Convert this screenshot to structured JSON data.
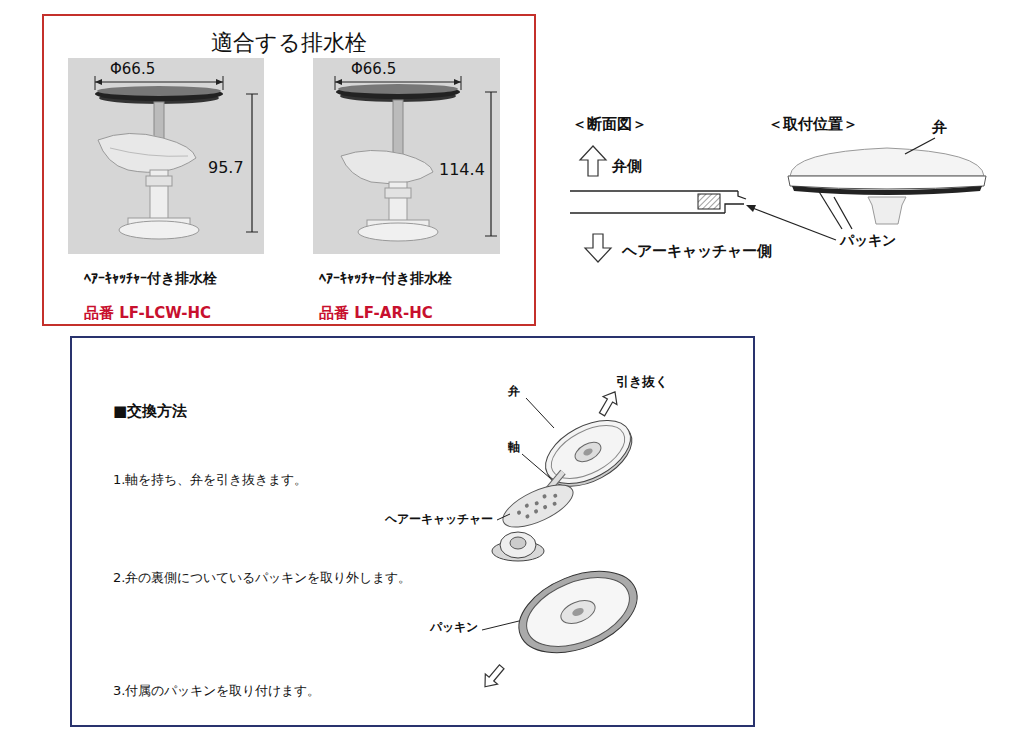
{
  "diagram": {
    "nodes": [
      {
        "text": [
          "適合する排水栓"
        ]
      },
      {
        "text": [
          "Φ66.5",
          "95.7",
          "ﾍｱｰｷｬｯﾁｬｰ付き排水栓",
          "品番 LF-LCW-HC"
        ],
        "in": 0
      },
      {
        "text": [
          "Φ66.5",
          "114.4",
          "ﾍｱｰｷｬｯﾁｬｰ付き排水栓",
          "品番 LF-AR-HC"
        ],
        "in": 0
      },
      {
        "text": [
          "■交換方法",
          "1.軸を持ち、弁を引き抜きます。",
          "2.弁の裏側についているパッキンを取り外します。",
          "3.付属のパッキンを取り付けます。"
        ]
      }
    ],
    "labels": [
      "＜断面図＞",
      "弁側",
      "ヘアーキャッチャー側",
      "＜取付位置＞",
      "弁",
      "パッキン",
      "引き抜く",
      "弁",
      "軸",
      "ヘアーキャッチャー",
      "パッキン"
    ]
  }
}
